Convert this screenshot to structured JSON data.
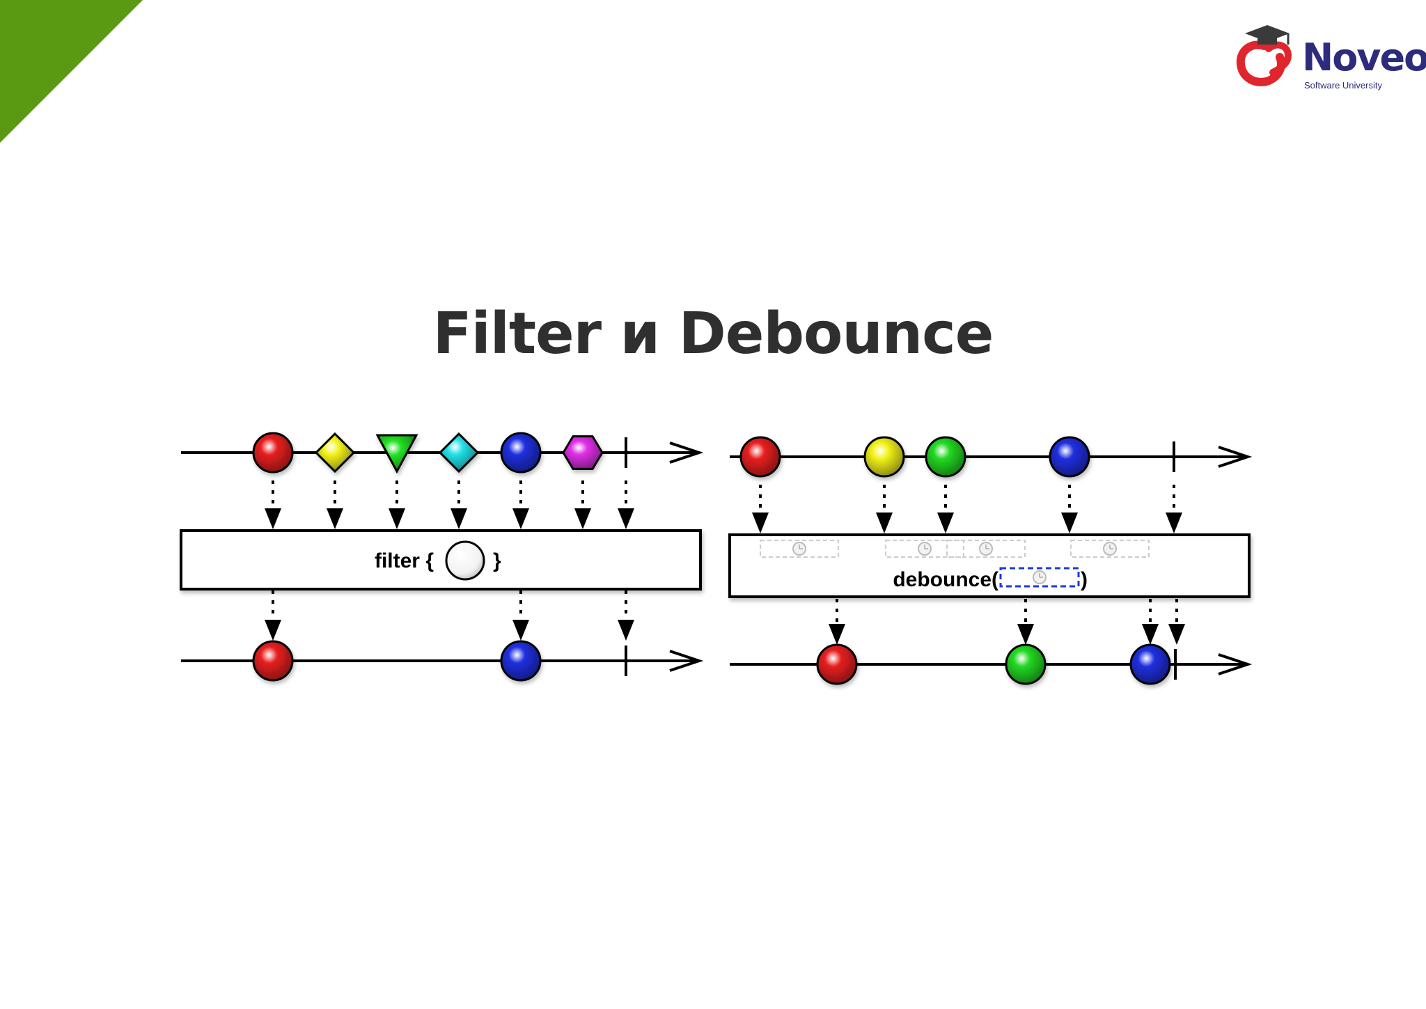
{
  "slide": {
    "title": "Filter и Debounce",
    "accent_color": "#5a9a12"
  },
  "logo": {
    "name": "Noveo",
    "subtitle": "Software University",
    "icon": "graduation-cap-heart-icon",
    "colors": {
      "word": "#2c2b7c",
      "mark": "#e0252c"
    }
  },
  "filter_diagram": {
    "operator_open": "filter {",
    "operator_close": "}",
    "predicate_icon": "white-circle-icon",
    "input": [
      {
        "shape": "circle",
        "color": "#e82020",
        "passes": true
      },
      {
        "shape": "diamond",
        "color": "#f2f21a",
        "passes": false
      },
      {
        "shape": "triangle",
        "color": "#22e022",
        "passes": false
      },
      {
        "shape": "diamond",
        "color": "#22e0e8",
        "passes": false
      },
      {
        "shape": "circle",
        "color": "#2030e0",
        "passes": true
      },
      {
        "shape": "hexagon",
        "color": "#e030e8",
        "passes": false
      }
    ],
    "completes": true
  },
  "debounce_diagram": {
    "operator_open": "debounce(",
    "operator_close": ")",
    "timer_icon": "clock-icon",
    "input": [
      {
        "shape": "circle",
        "color": "#e82020",
        "emitted": true
      },
      {
        "shape": "circle",
        "color": "#f2f21a",
        "emitted": false
      },
      {
        "shape": "circle",
        "color": "#22d822",
        "emitted": true
      },
      {
        "shape": "circle",
        "color": "#2030e0",
        "emitted": true
      }
    ],
    "completes": true
  }
}
